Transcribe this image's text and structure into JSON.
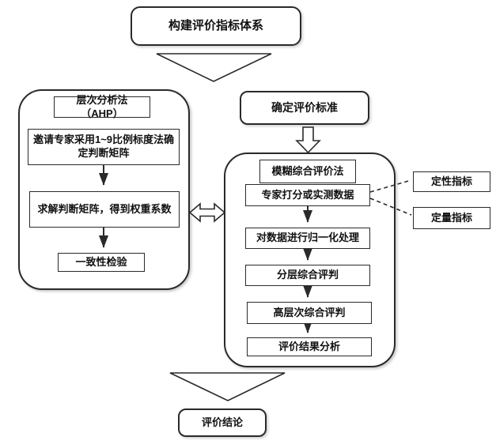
{
  "diagram": {
    "top_label": "构建评价指标体系",
    "ahp": {
      "title": "层次分析法（AHP）",
      "steps": [
        "邀请专家采用1~9比例标度法确定判断矩阵",
        "求解判断矩阵，得到权重系数",
        "一致性检验"
      ]
    },
    "criteria_label": "确定评价标准",
    "fuzzy": {
      "title": "模糊综合评价法",
      "steps": [
        "专家打分或实测数据",
        "对数据进行归一化处理",
        "分层综合评判",
        "高层次综合评判",
        "评价结果分析"
      ]
    },
    "indicators": {
      "qualitative": "定性指标",
      "quantitative": "定量指标"
    },
    "conclusion_label": "评价结论",
    "colors": {
      "line": "#2a2a2a",
      "background": "#ffffff"
    }
  }
}
